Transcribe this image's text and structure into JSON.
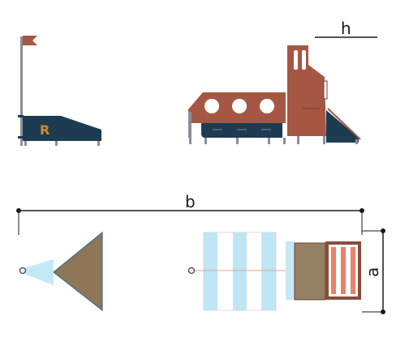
{
  "labels": {
    "height": "h",
    "length": "b",
    "width": "a"
  },
  "logo": {
    "letter": "R"
  },
  "colors": {
    "background": "#ffffff",
    "navy": "#1d3c52",
    "brown": "#a65744",
    "brown_dark": "#7a3a2c",
    "post": "#8a8f96",
    "flag": "#a65744",
    "logo": "#d08a2a",
    "canopy": "#8e7657",
    "canopy_edge": "#3c6f95",
    "stripe_light": "#bfe6f5",
    "stripe_white": "#ffffff",
    "ramp_blue": "#c5e8f6",
    "deck_brown": "#958063",
    "ladder_red": "#ec8068",
    "ladder_frame": "#8c4b3a",
    "dim_line": "#1a1a1a",
    "center_line": "#e0a0a0"
  }
}
